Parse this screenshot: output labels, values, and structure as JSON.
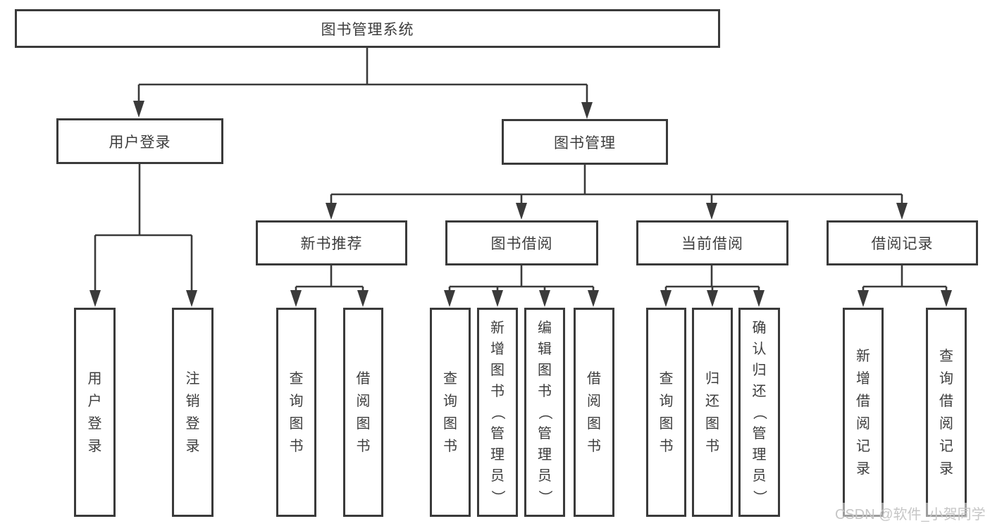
{
  "diagram": {
    "root": {
      "label": "图书管理系统"
    },
    "level2": [
      {
        "label": "用户登录",
        "children": [
          {
            "label": "用户登录"
          },
          {
            "label": "注销登录"
          }
        ]
      },
      {
        "label": "图书管理",
        "children": [
          {
            "label": "新书推荐",
            "children": [
              {
                "label": "查询图书"
              },
              {
                "label": "借阅图书"
              }
            ]
          },
          {
            "label": "图书借阅",
            "children": [
              {
                "label": "查询图书"
              },
              {
                "label": "新增图书（管理员）"
              },
              {
                "label": "编辑图书（管理员）"
              },
              {
                "label": "借阅图书"
              }
            ]
          },
          {
            "label": "当前借阅",
            "children": [
              {
                "label": "查询图书"
              },
              {
                "label": "归还图书"
              },
              {
                "label": "确认归还（管理员）"
              }
            ]
          },
          {
            "label": "借阅记录",
            "children": [
              {
                "label": "新增借阅记录"
              },
              {
                "label": "查询借阅记录"
              }
            ]
          }
        ]
      }
    ],
    "watermark": "CSDN @软件_小贺同学",
    "colors": {
      "line": "#3a3a3a",
      "border": "#3a3a3a",
      "text": "#3d3d3d",
      "background": "#ffffff",
      "watermark": "#c6c6c6"
    }
  }
}
